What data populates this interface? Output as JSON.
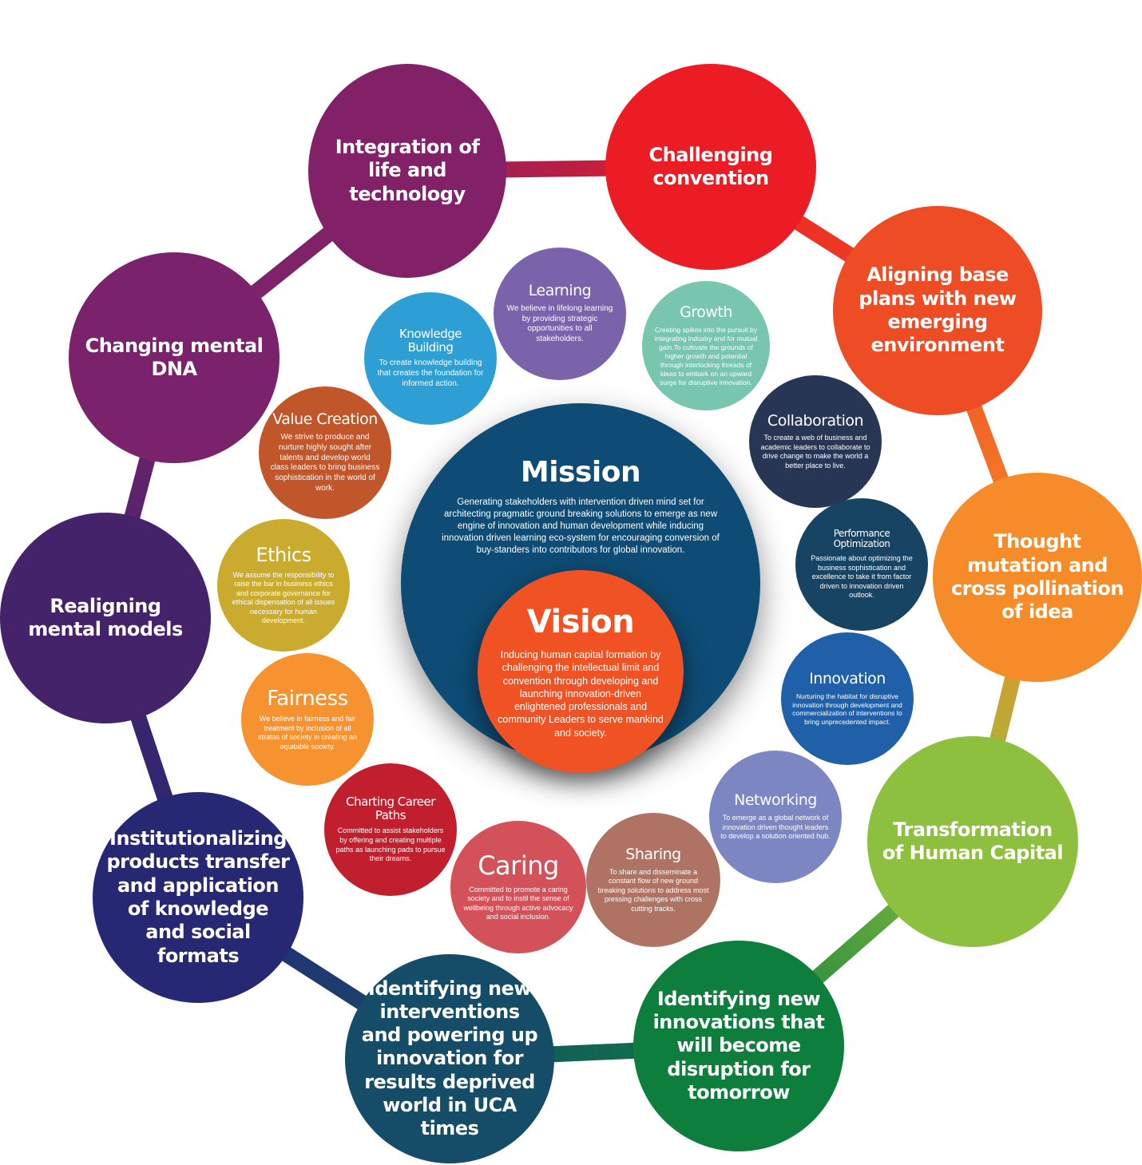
{
  "outer_ring": [
    {
      "label": "Integration of life and technology",
      "color": "#822167"
    },
    {
      "label": "Challenging convention",
      "color": "#EC1C24"
    },
    {
      "label": "Aligning base plans with new emerging environment",
      "color": "#EE4C24"
    },
    {
      "label": "Thought mutation and cross pollination of idea",
      "color": "#F68C29"
    },
    {
      "label": "Transformation of Human Capital",
      "color": "#8DC03F"
    },
    {
      "label": "Identifying new innovations that will become disruption for tomorrow",
      "color": "#0E7E3C"
    },
    {
      "label": "Identifying new interventions and powering up innovation for results deprived world in UCA times",
      "color": "#154D68"
    },
    {
      "label": "Institutionalizing products transfer and application of knowledge and social formats",
      "color": "#272874"
    },
    {
      "label": "Realigning mental models",
      "color": "#45236B"
    },
    {
      "label": "Changing mental DNA",
      "color": "#7B226C"
    }
  ],
  "values": [
    {
      "title": "Learning",
      "text": "We believe in lifelong learning by providing strategic opportunities to all stakeholders.",
      "color": "#7A63AB"
    },
    {
      "title": "Growth",
      "text": "Creating spikes into the pursuit by integrating industry and for mutual gain.To cultivate the grounds of higher growth and potential through interlocking threads of ideas to embark on an upward surge for disruptive innovation.",
      "color": "#79C6AF"
    },
    {
      "title": "Collaboration",
      "text": "To create a web of business and academic leaders to collaborate to drive change to make the world a better place to live.",
      "color": "#283656"
    },
    {
      "title": "Performance Optimization",
      "text": "Passionate about optimizing the business sophistication and excellence to take it from factor driven to innovation driven outlook.",
      "color": "#174462"
    },
    {
      "title": "Innovation",
      "text": "Nurturing the habitat for disruptive innovation through development and commercialization of interventions to bring unprecedented impact.",
      "color": "#1F60A8"
    },
    {
      "title": "Networking",
      "text": "To emerge as a global network of innovation driven thought leaders to develop a solution oriented hub.",
      "color": "#7B86C2"
    },
    {
      "title": "Sharing",
      "text": "To share and disseminate a constant flow of new ground breaking solutions to address most pressing challenges with cross cutting tracks.",
      "color": "#AE7363"
    },
    {
      "title": "Caring",
      "text": "Committed to promote a caring society and to instil the sense of wellbeing through active advocacy and social inclusion.",
      "color": "#D3525A"
    },
    {
      "title": "Charting Career Paths",
      "text": "Committed to assist stakeholders by offering and creating multiple paths as launching pads to pursue their dreams.",
      "color": "#C11F2D"
    },
    {
      "title": "Fairness",
      "text": "We believe in fairness and fair treatment by inclusion of all stratas of society in creating an equitable society.",
      "color": "#F6922F"
    },
    {
      "title": "Ethics",
      "text": "We assume the responsibility to raise the bar in business ethics and corporate governance for ethical dispensation of all issues necessary for human development.",
      "color": "#CAAB2E"
    },
    {
      "title": "Value Creation",
      "text": "We strive to produce and nurture highly sought after talents and develop world class leaders to bring business sophistication in the world of work.",
      "color": "#C1562A"
    },
    {
      "title": "Knowledge Building",
      "text": "To create knowledge building that creates the foundation for informed action.",
      "color": "#2E9FD5"
    }
  ],
  "mission": {
    "title": "Mission",
    "text": "Generating stakeholders with intervention driven mind set for architecting pragmatic ground breaking solutions to emerge as new engine of innovation and human development while inducing innovation driven learning eco-system for encouraging conversion of buy-standers into contributors for global innovation.",
    "color": "#0E4C75"
  },
  "vision": {
    "title": "Vision",
    "text": "Inducing human capital formation by challenging the intellectual limit and convention through developing and launching innovation-driven enlightened professionals and community Leaders to serve mankind and society.",
    "color": "#F05223"
  }
}
